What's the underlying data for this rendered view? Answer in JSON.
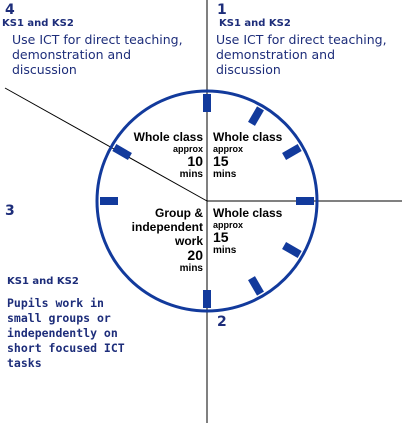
{
  "quadrants": {
    "q1": {
      "number": "1",
      "stage": "KS1 and KS2",
      "text": "Use ICT for direct teaching, demonstration and discussion"
    },
    "q2": {
      "number": "2"
    },
    "q3": {
      "number": "3",
      "stage": "KS1 and KS2",
      "text": "Pupils work in small groups or independently on short focused ICT tasks"
    },
    "q4": {
      "number": "4",
      "stage": "KS1 and KS2",
      "text": "Use ICT for direct teaching, demonstration and discussion"
    }
  },
  "clock": {
    "segments": [
      {
        "title": "Whole class",
        "approx": "approx",
        "value": "10",
        "unit": "mins"
      },
      {
        "title": "Whole class",
        "approx": "approx",
        "value": "15",
        "unit": "mins"
      },
      {
        "title": "Whole class",
        "approx": "approx",
        "value": "15",
        "unit": "mins"
      },
      {
        "title_line1": "Group &",
        "title_line2": "independent",
        "title_line3": "work",
        "value": "20",
        "unit": "mins"
      }
    ]
  },
  "colors": {
    "accent": "#1d2d7a",
    "marker": "#123a9c"
  }
}
